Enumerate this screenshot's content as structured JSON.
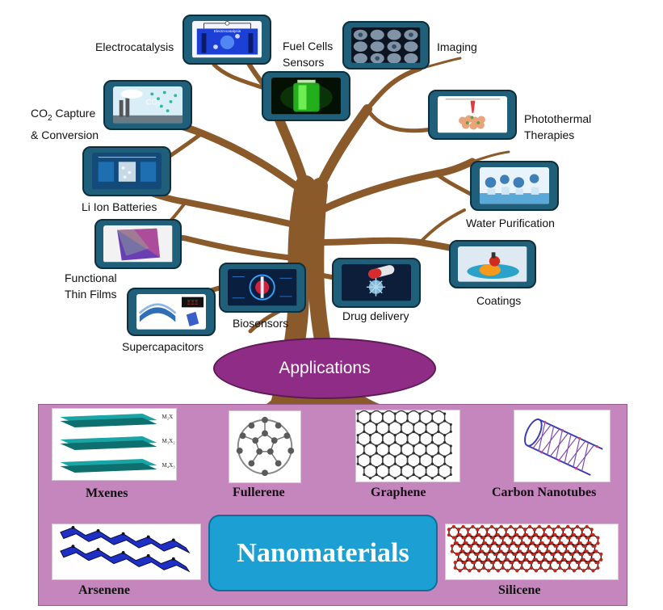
{
  "applications": {
    "center_label": "Applications",
    "items": [
      {
        "key": "electrocatalysis",
        "label": "Electrocatalysis",
        "thumb_text": "Electrocatalysis"
      },
      {
        "key": "fuel_cells",
        "label_lines": [
          "Fuel Cells",
          "Sensors"
        ]
      },
      {
        "key": "imaging",
        "label": "Imaging"
      },
      {
        "key": "co2",
        "label_parts": {
          "pre": "CO",
          "sub": "2",
          "post": " Capture",
          "line2": "& Conversion"
        },
        "thumb_text": "CO₂"
      },
      {
        "key": "photothermal",
        "label_lines": [
          "Photothermal",
          "Therapies"
        ]
      },
      {
        "key": "li_ion",
        "label": "Li Ion Batteries"
      },
      {
        "key": "water",
        "label": "Water Purification"
      },
      {
        "key": "thin_films",
        "label_lines": [
          "Functional",
          "Thin Films"
        ]
      },
      {
        "key": "coatings",
        "label": "Coatings"
      },
      {
        "key": "biosensors",
        "label": "Biosensors"
      },
      {
        "key": "drug_delivery",
        "label": "Drug delivery"
      },
      {
        "key": "supercapacitors",
        "label": "Supercapacitors",
        "thumb_text": "ΞΞΞ"
      }
    ]
  },
  "nanomaterials": {
    "center_label": "Nanomaterials",
    "items": [
      {
        "key": "mxenes",
        "label": "Mxenes",
        "layers": [
          "M₂X",
          "M₃X₂",
          "M₄X₃"
        ]
      },
      {
        "key": "fullerene",
        "label": "Fullerene"
      },
      {
        "key": "graphene",
        "label": "Graphene"
      },
      {
        "key": "cnt",
        "label": "Carbon Nanotubes"
      },
      {
        "key": "arsenene",
        "label": "Arsenene"
      },
      {
        "key": "silicene",
        "label": "Silicene"
      }
    ]
  },
  "colors": {
    "trunk": "#8b5a2b",
    "branch": "#9a6232",
    "app_box": "#1f5f7a",
    "ellipse": "#8f2d86",
    "panel": "#c585bd",
    "nano_box": "#1ca0d3"
  }
}
